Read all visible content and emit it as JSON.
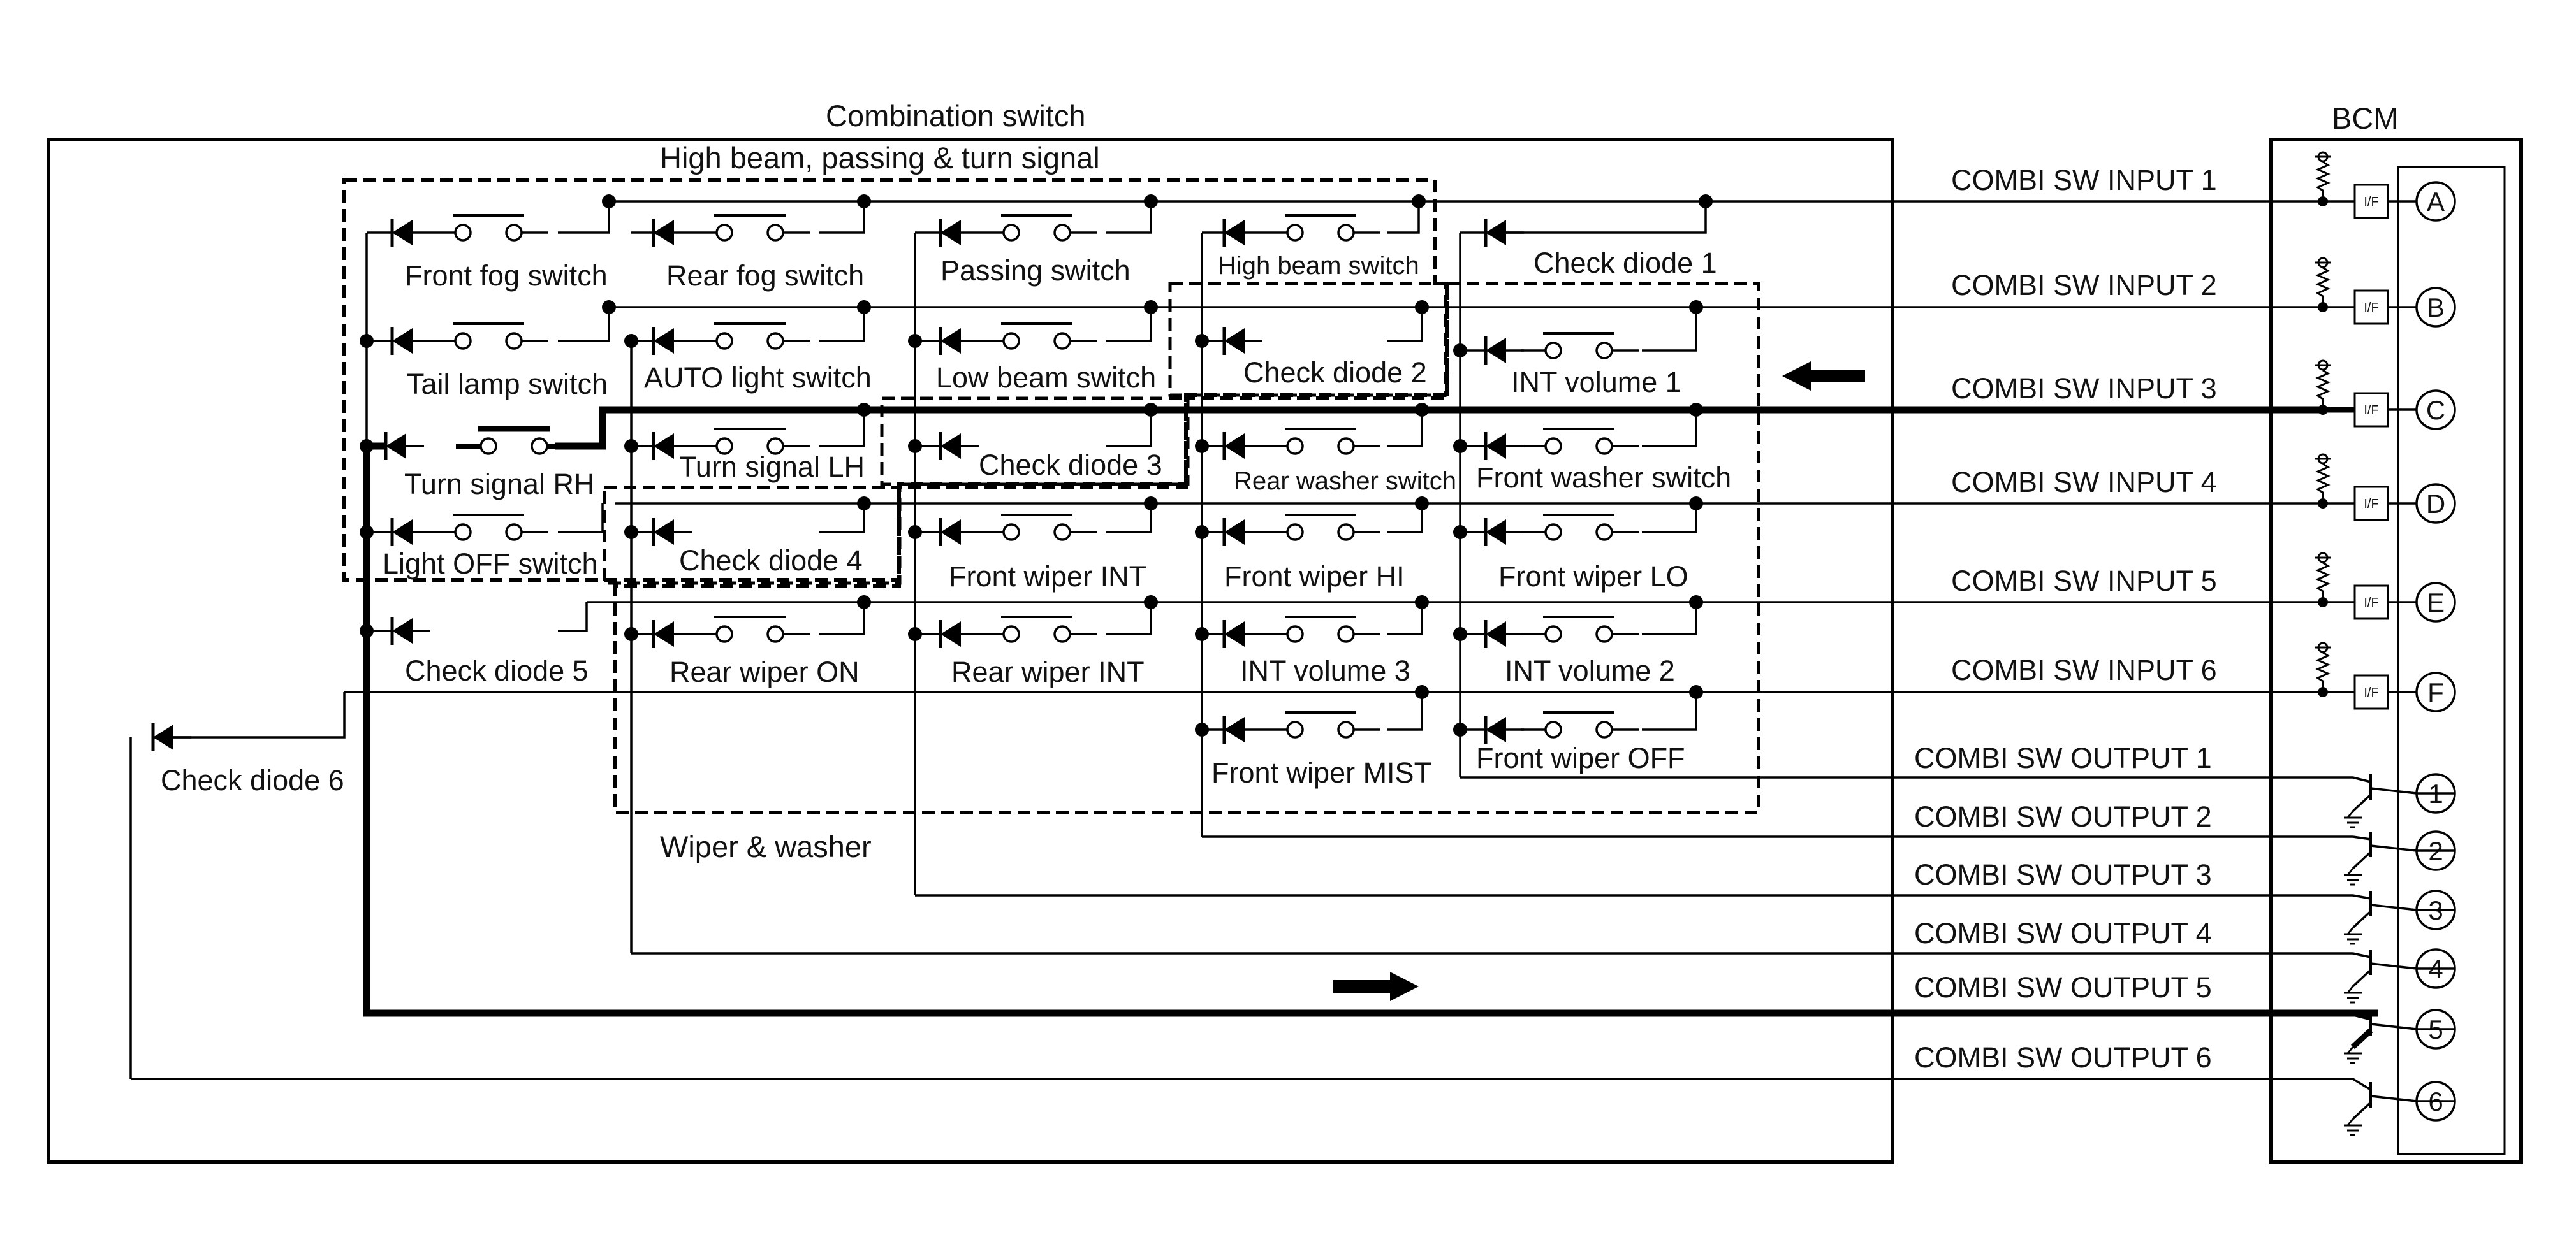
{
  "diagram": {
    "combination_switch_title": "Combination switch",
    "bcm_title": "BCM",
    "group_high_beam": "High beam, passing & turn signal",
    "group_wiper": "Wiper & washer",
    "switches": [
      {
        "id": "front-fog",
        "label": "Front fog switch"
      },
      {
        "id": "rear-fog",
        "label": "Rear fog switch"
      },
      {
        "id": "passing",
        "label": "Passing switch"
      },
      {
        "id": "high-beam",
        "label": "High beam switch"
      },
      {
        "id": "check-diode-1",
        "label": "Check diode 1"
      },
      {
        "id": "tail-lamp",
        "label": "Tail lamp switch"
      },
      {
        "id": "auto-light",
        "label": "AUTO light switch"
      },
      {
        "id": "low-beam",
        "label": "Low beam switch"
      },
      {
        "id": "check-diode-2",
        "label": "Check diode 2"
      },
      {
        "id": "int-volume-1",
        "label": "INT volume 1"
      },
      {
        "id": "turn-signal-rh",
        "label": "Turn signal RH"
      },
      {
        "id": "turn-signal-lh",
        "label": "Turn signal LH"
      },
      {
        "id": "check-diode-3",
        "label": "Check diode 3"
      },
      {
        "id": "rear-washer",
        "label": "Rear washer switch"
      },
      {
        "id": "front-washer",
        "label": "Front washer switch"
      },
      {
        "id": "light-off",
        "label": "Light OFF switch"
      },
      {
        "id": "check-diode-4",
        "label": "Check diode 4"
      },
      {
        "id": "front-wiper-int",
        "label": "Front wiper INT"
      },
      {
        "id": "front-wiper-hi",
        "label": "Front wiper HI"
      },
      {
        "id": "front-wiper-lo",
        "label": "Front wiper LO"
      },
      {
        "id": "check-diode-5",
        "label": "Check diode 5"
      },
      {
        "id": "rear-wiper-on",
        "label": "Rear wiper ON"
      },
      {
        "id": "rear-wiper-int",
        "label": "Rear wiper INT"
      },
      {
        "id": "int-volume-3",
        "label": "INT volume 3"
      },
      {
        "id": "int-volume-2",
        "label": "INT volume 2"
      },
      {
        "id": "check-diode-6",
        "label": "Check diode 6"
      },
      {
        "id": "front-wiper-mist",
        "label": "Front wiper MIST"
      },
      {
        "id": "front-wiper-off",
        "label": "Front wiper OFF"
      }
    ],
    "inputs": [
      {
        "label": "COMBI SW INPUT 1",
        "terminal": "A"
      },
      {
        "label": "COMBI SW INPUT 2",
        "terminal": "B"
      },
      {
        "label": "COMBI SW INPUT 3",
        "terminal": "C"
      },
      {
        "label": "COMBI SW INPUT 4",
        "terminal": "D"
      },
      {
        "label": "COMBI SW INPUT 5",
        "terminal": "E"
      },
      {
        "label": "COMBI SW INPUT 6",
        "terminal": "F"
      }
    ],
    "outputs": [
      {
        "label": "COMBI SW OUTPUT 1",
        "terminal": "1"
      },
      {
        "label": "COMBI SW OUTPUT 2",
        "terminal": "2"
      },
      {
        "label": "COMBI SW OUTPUT 3",
        "terminal": "3"
      },
      {
        "label": "COMBI SW OUTPUT 4",
        "terminal": "4"
      },
      {
        "label": "COMBI SW OUTPUT 5",
        "terminal": "5"
      },
      {
        "label": "COMBI SW OUTPUT 6",
        "terminal": "6"
      }
    ],
    "interface_label": "I/F",
    "active_path": {
      "input": "COMBI SW INPUT 3",
      "output": "COMBI SW OUTPUT 5",
      "switch": "Turn signal RH"
    }
  }
}
